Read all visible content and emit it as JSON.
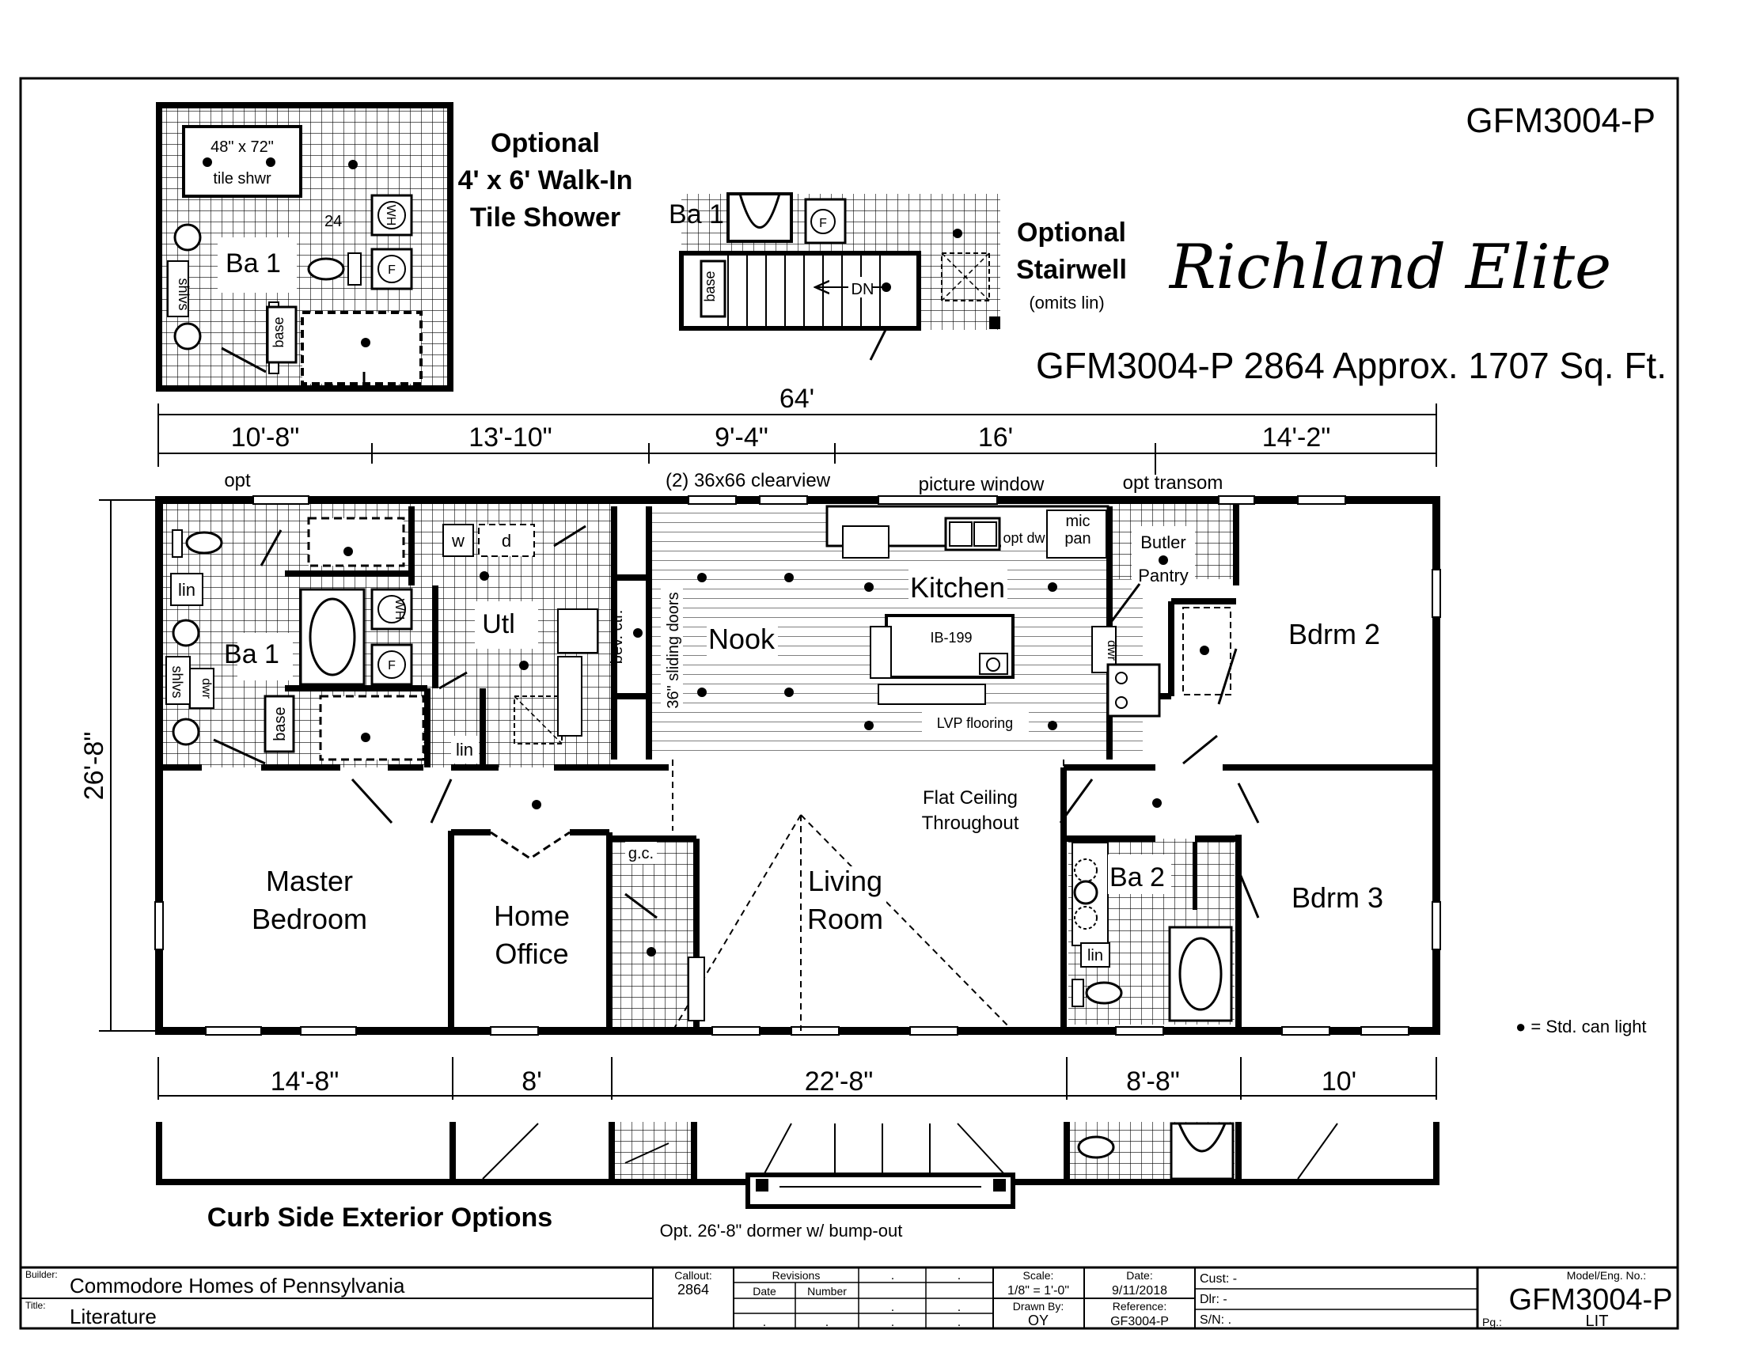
{
  "header": {
    "model_top": "GFM3004-P",
    "name": "Richland Elite",
    "sqft_line": "GFM3004-P 2864  Approx. 1707 Sq. Ft."
  },
  "options": {
    "shower_title": [
      "Optional",
      "4' x 6' Walk-In",
      "Tile Shower"
    ],
    "shower_size": "48\" x 72\"",
    "shower_sub": "tile shwr",
    "shower_num": "24",
    "stair_title": [
      "Optional",
      "Stairwell"
    ],
    "stair_note": "(omits lin)",
    "stair_dn": "DN",
    "curbside_title": "Curb Side Exterior Options",
    "dormer_note": "Opt. 26'-8\" dormer w/ bump-out"
  },
  "dimensions": {
    "overall_width": "64'",
    "top": [
      "10'-8\"",
      "13'-10\"",
      "9'-4\"",
      "16'",
      "14'-2\""
    ],
    "bottom": [
      "14'-8\"",
      "8'",
      "22'-8\"",
      "8'-8\"",
      "10'"
    ],
    "depth": "26'-8\""
  },
  "wall_notes": {
    "opt": "opt",
    "clearview": "(2) 36x66 clearview",
    "picture_window": "picture window",
    "opt_transom": "opt transom"
  },
  "rooms": {
    "ba1": "Ba 1",
    "utl": "Utl",
    "nook": "Nook",
    "kitchen": "Kitchen",
    "butler": [
      "Butler",
      "Pantry"
    ],
    "bdrm2": "Bdrm 2",
    "bdrm3": "Bdrm 3",
    "master": [
      "Master",
      "Bedroom"
    ],
    "office": [
      "Home",
      "Office"
    ],
    "living": [
      "Living",
      "Room"
    ],
    "ba2": "Ba 2"
  },
  "fixtures": {
    "lin": "lin",
    "shlvs": "shlvs",
    "dwr": "dwr",
    "base": "base",
    "wh": "WH",
    "f": "F",
    "w": "w",
    "d": "d",
    "bev": "bev. ctr.",
    "sliding": "36\" sliding doors",
    "mic": [
      "mic",
      "pan"
    ],
    "optdw": "opt dw",
    "island": "IB-199",
    "lvp": "LVP flooring",
    "gc": "g.c.",
    "ceiling": [
      "Flat Ceiling",
      "Throughout"
    ]
  },
  "legend": "● = Std. can light",
  "title_block": {
    "builder_label": "Builder:",
    "builder": "Commodore Homes of Pennsylvania",
    "title_label": "Title:",
    "title": "Literature",
    "callout_label": "Callout:",
    "callout": "2864",
    "revisions_label": "Revisions",
    "date_label": "Date",
    "number_label": "Number",
    "scale_label": "Scale:",
    "scale": "1/8\" = 1'-0\"",
    "date_hdr": "Date:",
    "date": "9/11/2018",
    "drawn_label": "Drawn By:",
    "drawn": "OY",
    "ref_label": "Reference:",
    "ref": "GF3004-P",
    "cust": "Cust: -",
    "dlr": "Dlr:  -",
    "sn": "S/N:  .",
    "model_label": "Model/Eng. No.:",
    "model": "GFM3004-P",
    "pg_label": "Pg.:",
    "pg": "LIT",
    "dot": "."
  }
}
